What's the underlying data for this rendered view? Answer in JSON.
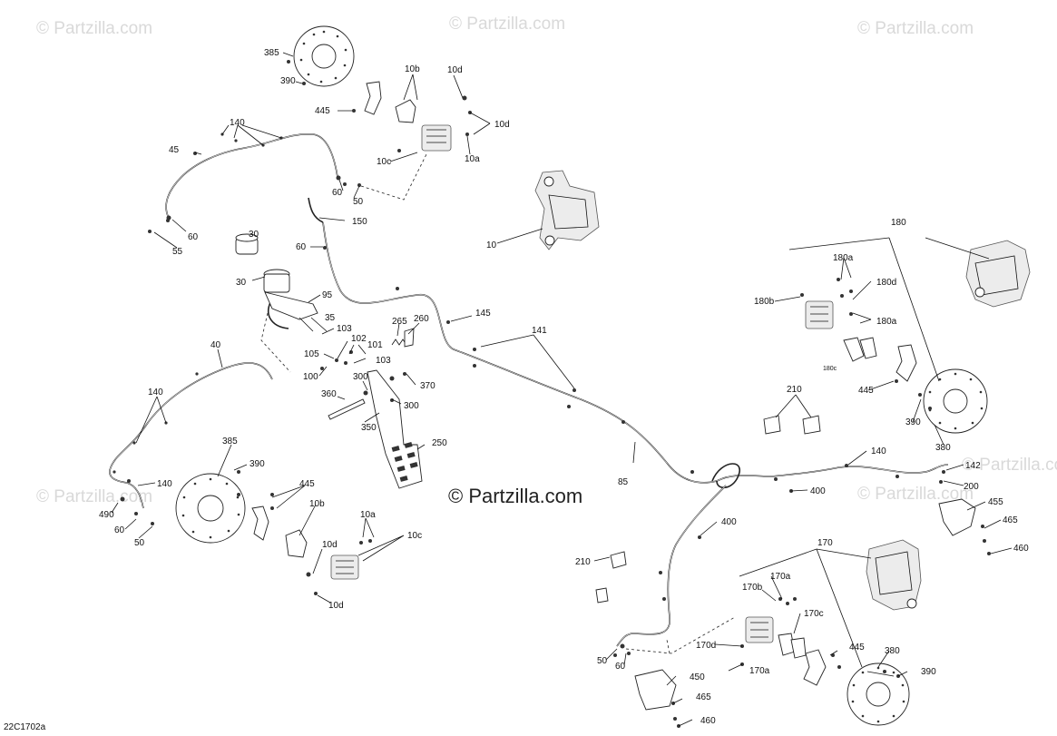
{
  "watermarks": [
    "© Partzilla.com",
    "© Partzilla.com",
    "© Partzilla.com",
    "© Partzilla.com",
    "© Partzilla.com",
    "© Partzilla.com"
  ],
  "center_watermark": "© Partzilla.com",
  "diagram_code": "22C1702a",
  "callouts": {
    "c385a": "385",
    "c390a": "390",
    "c445a": "445",
    "c10b_a": "10b",
    "c10d_a": "10d",
    "c10d_b": "10d",
    "c10c_a": "10c",
    "c10a_a": "10a",
    "c140a": "140",
    "c45": "45",
    "c60a": "60",
    "c50a": "50",
    "c60b": "60",
    "c55": "55",
    "c150": "150",
    "c60c": "60",
    "c30a": "30",
    "c30b": "30",
    "c95": "95",
    "c35": "35",
    "c103a": "103",
    "c102": "102",
    "c101": "101",
    "c105": "105",
    "c103b": "103",
    "c100": "100",
    "c265": "265",
    "c260": "260",
    "c145": "145",
    "c141": "141",
    "c10": "10",
    "c40": "40",
    "c140b": "140",
    "c300a": "300",
    "c370": "370",
    "c360": "360",
    "c300b": "300",
    "c350": "350",
    "c250": "250",
    "c385b": "385",
    "c390b": "390",
    "c140c": "140",
    "c490": "490",
    "c60d": "60",
    "c50b": "50",
    "c445b": "445",
    "c10b_b": "10b",
    "c10a_b": "10a",
    "c10c_b": "10c",
    "c10d_c": "10d",
    "c10d_d": "10d",
    "c85": "85",
    "c180": "180",
    "c180a_a": "180a",
    "c180d": "180d",
    "c180b": "180b",
    "c180a_b": "180a",
    "c180c": "180c",
    "c445c": "445",
    "c390c": "390",
    "c380a": "380",
    "c210a": "210",
    "c140d": "140",
    "c142": "142",
    "c200": "200",
    "c400a": "400",
    "c400b": "400",
    "c455a": "455",
    "c465a": "465",
    "c460a": "460",
    "c210b": "210",
    "c170": "170",
    "c170b": "170b",
    "c170a_a": "170a",
    "c170c": "170c",
    "c170d": "170d",
    "c170a_b": "170a",
    "c50c": "50",
    "c60e": "60",
    "c445d": "445",
    "c380b": "380",
    "c390d": "390",
    "c450": "450",
    "c465b": "465",
    "c460b": "460"
  }
}
